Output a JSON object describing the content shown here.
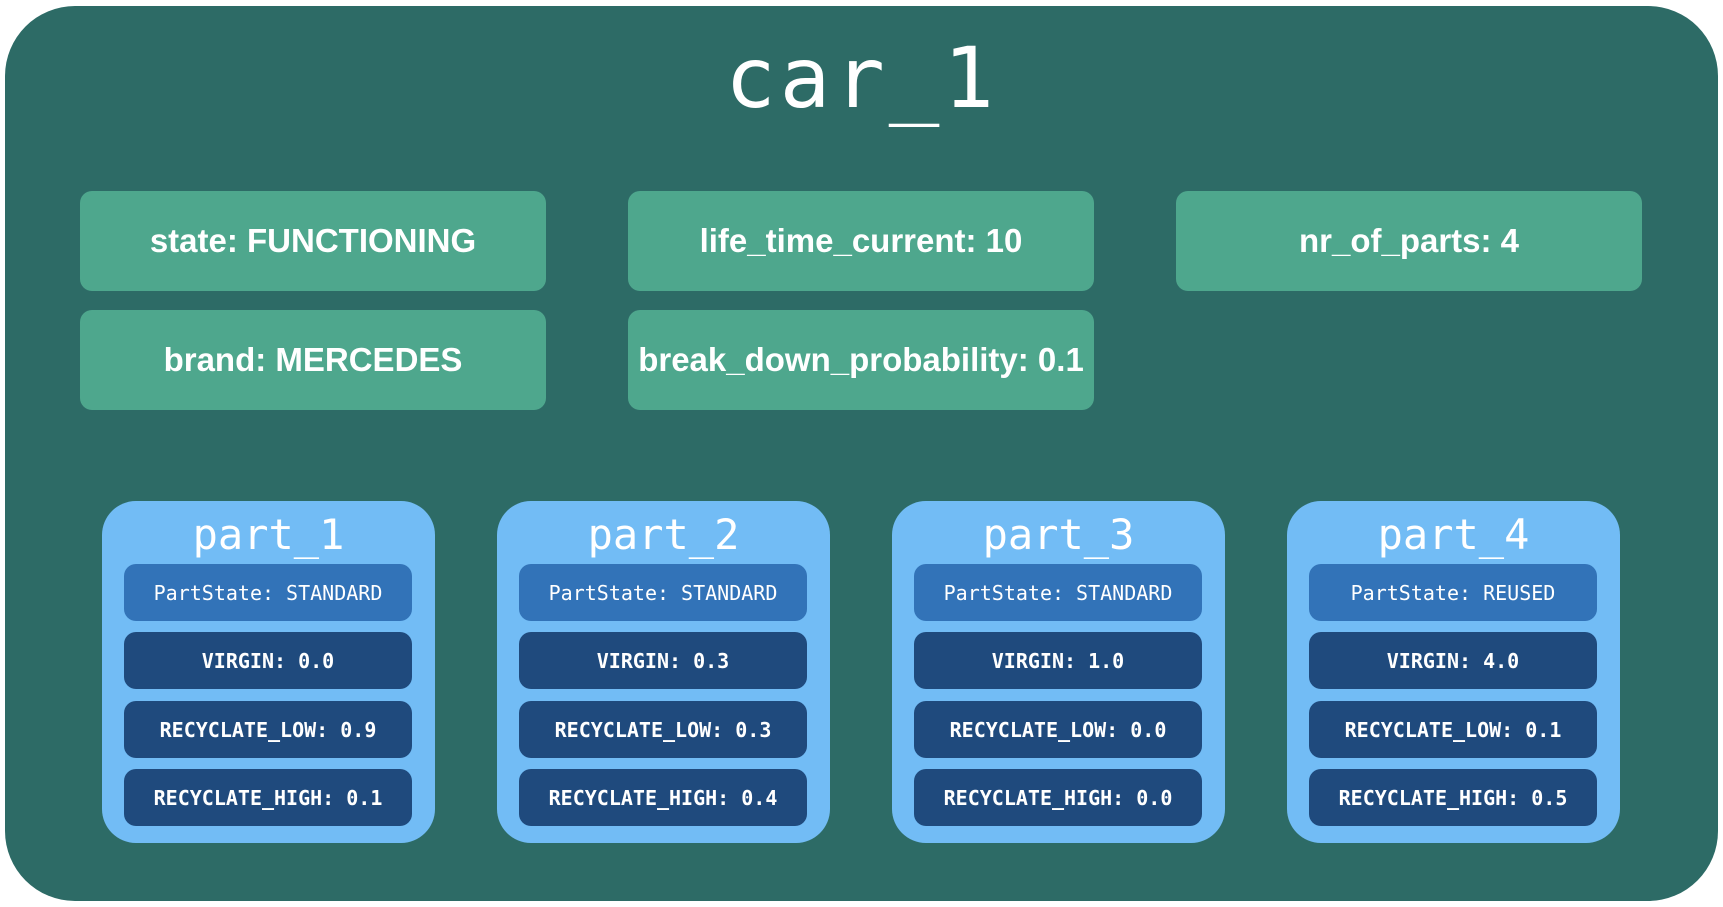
{
  "car": {
    "title": "car_1",
    "attributes": [
      "state: FUNCTIONING",
      "life_time_current: 10",
      "nr_of_parts: 4",
      "brand: MERCEDES",
      "break_down_probability: 0.1"
    ]
  },
  "parts": [
    {
      "title": "part_1",
      "props": [
        "PartState: STANDARD",
        "VIRGIN: 0.0",
        "RECYCLATE_LOW: 0.9",
        "RECYCLATE_HIGH: 0.1"
      ]
    },
    {
      "title": "part_2",
      "props": [
        "PartState: STANDARD",
        "VIRGIN: 0.3",
        "RECYCLATE_LOW: 0.3",
        "RECYCLATE_HIGH: 0.4"
      ]
    },
    {
      "title": "part_3",
      "props": [
        "PartState: STANDARD",
        "VIRGIN: 1.0",
        "RECYCLATE_LOW: 0.0",
        "RECYCLATE_HIGH: 0.0"
      ]
    },
    {
      "title": "part_4",
      "props": [
        "PartState: REUSED",
        "VIRGIN: 4.0",
        "RECYCLATE_LOW: 0.1",
        "RECYCLATE_HIGH: 0.5"
      ]
    }
  ],
  "colors": {
    "car_background": "#2d6b66",
    "attribute_box": "#4ea78d",
    "part_background": "#72bcf5",
    "part_state_box": "#3273b8",
    "material_box": "#1f4a7d",
    "text": "#ffffff"
  }
}
